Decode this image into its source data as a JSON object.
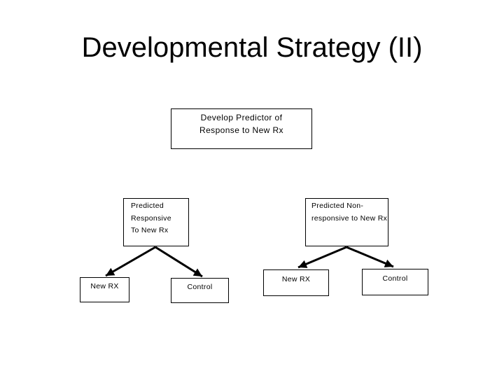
{
  "slide": {
    "title": "Developmental Strategy (II)",
    "top_box": {
      "lines": [
        "Develop Predictor of",
        "Response to New Rx"
      ]
    },
    "left_branch": {
      "parent_box": {
        "lines": [
          "Predicted",
          "Responsive",
          "To New Rx"
        ]
      },
      "children": [
        {
          "label": "New RX"
        },
        {
          "label": "Control"
        }
      ]
    },
    "right_branch": {
      "parent_box": {
        "lines": [
          "Predicted Non-",
          "responsive to New Rx"
        ]
      },
      "children": [
        {
          "label": "New RX"
        },
        {
          "label": "Control"
        }
      ]
    },
    "colors": {
      "background": "#ffffff",
      "box_fill": "#ffffff",
      "box_border": "#000000",
      "connector": "#000000",
      "text": "#000000"
    }
  }
}
